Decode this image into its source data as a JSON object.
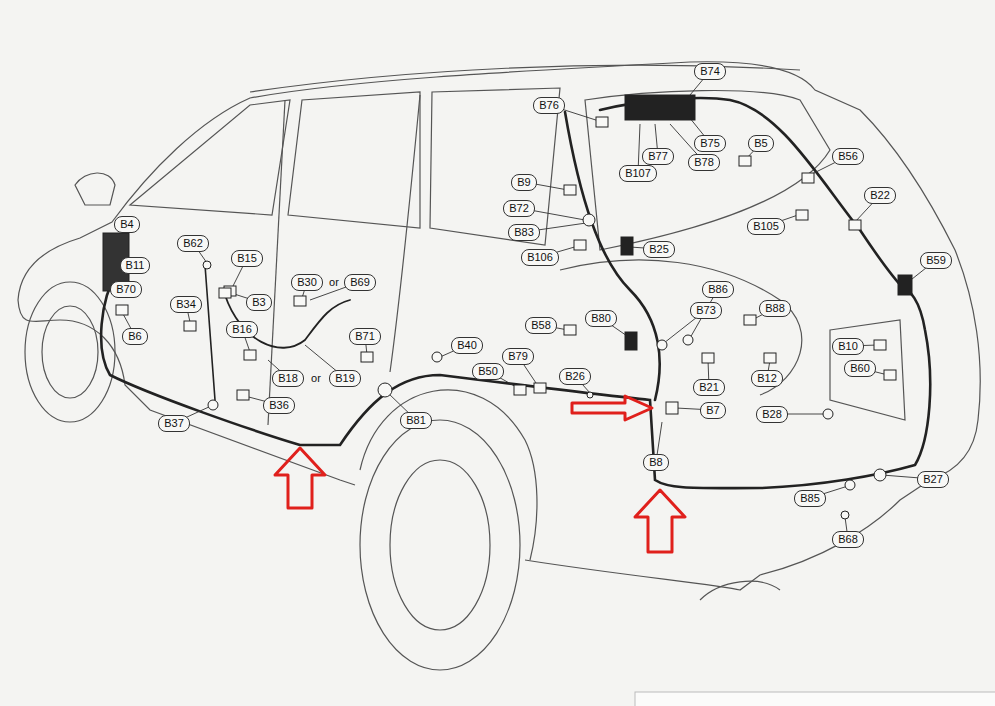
{
  "diagram": {
    "nodes": [
      {
        "text": [
          "B74"
        ]
      },
      {
        "text": [
          "B76"
        ]
      },
      {
        "text": [
          "B75"
        ]
      },
      {
        "text": [
          "B5"
        ]
      },
      {
        "text": [
          "B77"
        ]
      },
      {
        "text": [
          "B56"
        ]
      },
      {
        "text": [
          "B78"
        ]
      },
      {
        "text": [
          "B107"
        ]
      },
      {
        "text": [
          "B9"
        ]
      },
      {
        "text": [
          "B22"
        ]
      },
      {
        "text": [
          "B72"
        ]
      },
      {
        "text": [
          "B4"
        ]
      },
      {
        "text": [
          "B105"
        ]
      },
      {
        "text": [
          "B83"
        ]
      },
      {
        "text": [
          "B62"
        ]
      },
      {
        "text": [
          "B25"
        ]
      },
      {
        "text": [
          "B106"
        ]
      },
      {
        "text": [
          "B15"
        ]
      },
      {
        "text": [
          "B59"
        ]
      },
      {
        "text": [
          "B11"
        ]
      },
      {
        "text": [
          "B30"
        ]
      },
      {
        "text": [
          "B69"
        ]
      },
      {
        "text": [
          "B86"
        ]
      },
      {
        "text": [
          "B70"
        ]
      },
      {
        "text": [
          "B3"
        ]
      },
      {
        "text": [
          "B34"
        ]
      },
      {
        "text": [
          "B88"
        ]
      },
      {
        "text": [
          "B73"
        ]
      },
      {
        "text": [
          "B80"
        ]
      },
      {
        "text": [
          "B58"
        ]
      },
      {
        "text": [
          "B16"
        ]
      },
      {
        "text": [
          "B6"
        ]
      },
      {
        "text": [
          "B71"
        ]
      },
      {
        "text": [
          "B40"
        ]
      },
      {
        "text": [
          "B10"
        ]
      },
      {
        "text": [
          "B79"
        ]
      },
      {
        "text": [
          "B60"
        ]
      },
      {
        "text": [
          "B50"
        ]
      },
      {
        "text": [
          "B26"
        ]
      },
      {
        "text": [
          "B18"
        ]
      },
      {
        "text": [
          "B19"
        ]
      },
      {
        "text": [
          "B12"
        ]
      },
      {
        "text": [
          "B21"
        ]
      },
      {
        "text": [
          "B36"
        ]
      },
      {
        "text": [
          "B7"
        ]
      },
      {
        "text": [
          "B28"
        ]
      },
      {
        "text": [
          "B81"
        ]
      },
      {
        "text": [
          "B37"
        ]
      },
      {
        "text": [
          "B8"
        ]
      },
      {
        "text": [
          "B27"
        ]
      },
      {
        "text": [
          "B85"
        ]
      },
      {
        "text": [
          "B68"
        ]
      }
    ],
    "labels": [
      "or",
      "or"
    ]
  }
}
